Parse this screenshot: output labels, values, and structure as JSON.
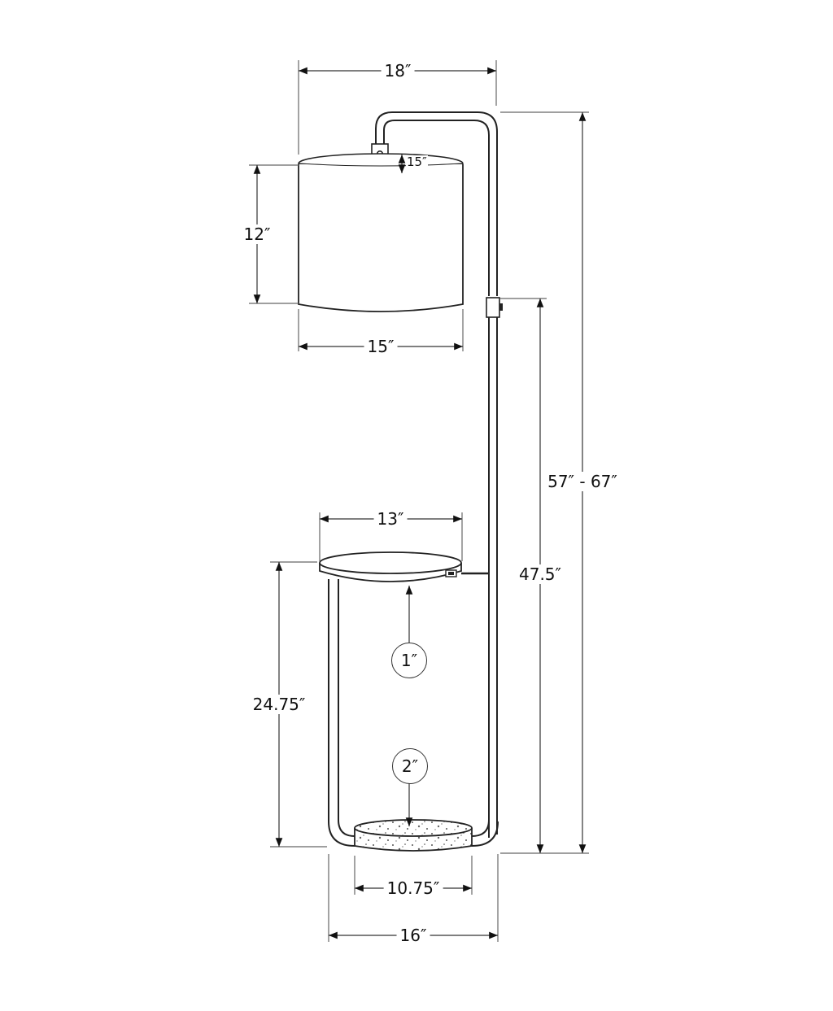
{
  "diagram": {
    "subject": "Floor lamp with table shelf and stone base",
    "colors": {
      "line": "#222222",
      "dimension_line": "#666666",
      "background": "#ffffff",
      "stone_speckle": "#555555"
    },
    "dimensions": {
      "overall_width": "18″",
      "socket_height": "15″",
      "shade_height": "12″",
      "shade_width": "15″",
      "overall_height": "57″ - 67″",
      "adjust_height": "47.5″",
      "shelf_width": "13″",
      "shelf_height": "24.75″",
      "base_width": "10.75″",
      "frame_width": "16″"
    },
    "callouts": {
      "shelf_thickness": "1″",
      "base_thickness": "2″"
    }
  }
}
